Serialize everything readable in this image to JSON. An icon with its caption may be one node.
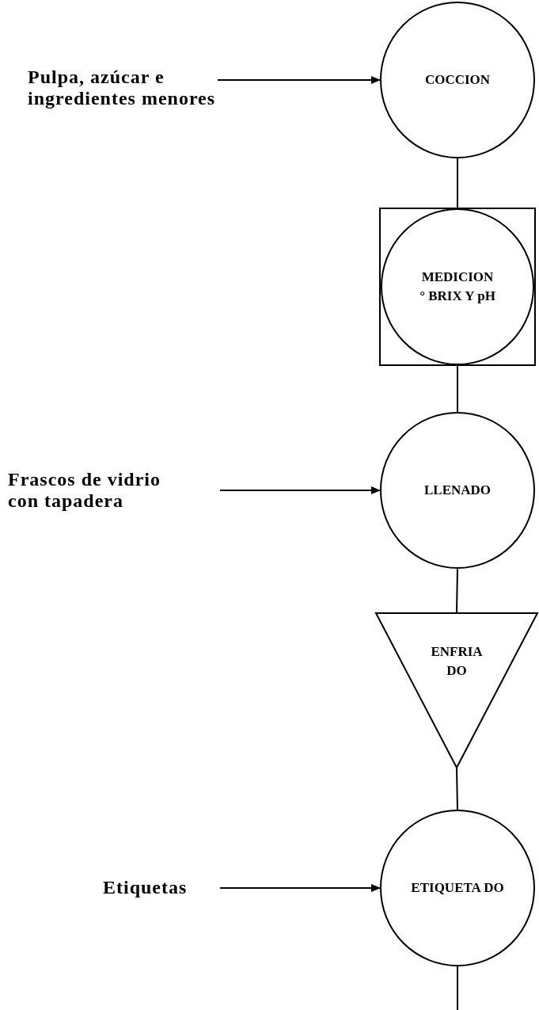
{
  "diagram": {
    "nodes": [
      {
        "text": [
          "Pulpa, azúcar e ingredientes menores"
        ]
      },
      {
        "text": [
          "COCCION"
        ]
      },
      {
        "text": [
          "MEDICION ° BRIX Y pH"
        ]
      },
      {
        "text": [
          "Frascos de vidrio con tapadera"
        ]
      },
      {
        "text": [
          "LLENADO"
        ]
      },
      {
        "text": [
          "ENFRIA DO"
        ]
      },
      {
        "text": [
          "Etiquetas"
        ]
      },
      {
        "text": [
          "ETIQUETA DO"
        ]
      }
    ],
    "edges": [
      {
        "from": 0,
        "to": 1,
        "arrow": "to"
      },
      {
        "from": 1,
        "to": 2,
        "arrow": "none"
      },
      {
        "from": 2,
        "to": 4,
        "arrow": "none"
      },
      {
        "from": 3,
        "to": 4,
        "arrow": "to"
      },
      {
        "from": 4,
        "to": 5,
        "arrow": "none"
      },
      {
        "from": 5,
        "to": 7,
        "arrow": "none"
      },
      {
        "from": 6,
        "to": 7,
        "arrow": "to"
      },
      {
        "from": 7,
        "to": null,
        "arrow": "none"
      }
    ]
  }
}
